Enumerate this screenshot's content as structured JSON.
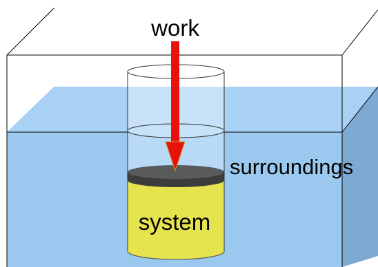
{
  "labels": {
    "work": "work",
    "surroundings": "surroundings",
    "system": "system"
  },
  "colors": {
    "water_front": "#9bc8ef",
    "water_top": "#a9d1f5",
    "water_side": "#7ea9d2",
    "cylinder_water_inner": "#b9daf6",
    "system_fill": "#e6e44e",
    "system_stroke": "#6b6a2a",
    "piston_top": "#5a5a5a",
    "piston_side": "#3c3c3c",
    "arrow_fill": "#e8120c",
    "arrow_stroke": "#c99b2a",
    "outline": "#000000"
  }
}
